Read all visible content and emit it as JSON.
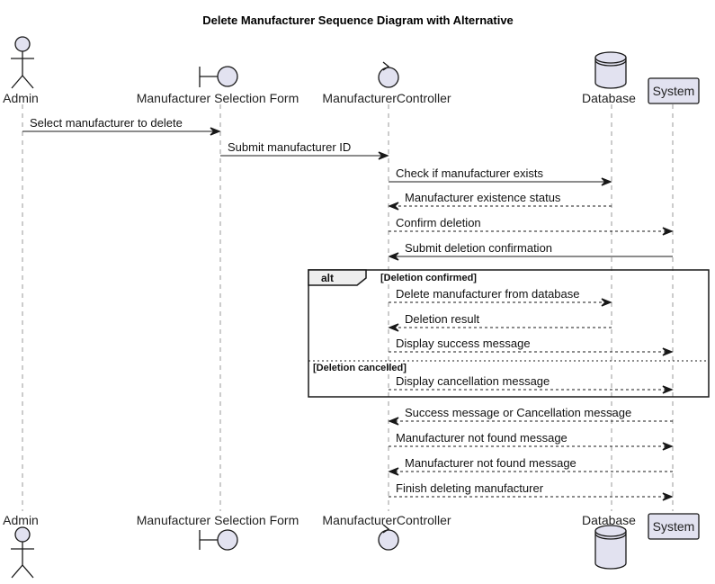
{
  "title": "Delete Manufacturer Sequence Diagram with Alternative",
  "participants": [
    {
      "id": "admin",
      "label": "Admin",
      "shape": "actor"
    },
    {
      "id": "form",
      "label": "Manufacturer Selection Form",
      "shape": "boundary"
    },
    {
      "id": "controller",
      "label": "ManufacturerController",
      "shape": "control"
    },
    {
      "id": "database",
      "label": "Database",
      "shape": "database"
    },
    {
      "id": "system",
      "label": "System",
      "shape": "participant"
    }
  ],
  "messages": [
    {
      "from": "admin",
      "to": "form",
      "label": "Select manufacturer to delete",
      "style": "solid"
    },
    {
      "from": "form",
      "to": "controller",
      "label": "Submit manufacturer ID",
      "style": "solid"
    },
    {
      "from": "controller",
      "to": "database",
      "label": "Check if manufacturer exists",
      "style": "solid"
    },
    {
      "from": "database",
      "to": "controller",
      "label": "Manufacturer existence status",
      "style": "dashed"
    },
    {
      "from": "controller",
      "to": "system",
      "label": "Confirm deletion",
      "style": "dashed"
    },
    {
      "from": "system",
      "to": "controller",
      "label": "Submit deletion confirmation",
      "style": "solid"
    },
    {
      "from": "controller",
      "to": "database",
      "label": "Delete manufacturer from database",
      "style": "dashed"
    },
    {
      "from": "database",
      "to": "controller",
      "label": "Deletion result",
      "style": "dashed"
    },
    {
      "from": "controller",
      "to": "system",
      "label": "Display success message",
      "style": "dashed"
    },
    {
      "from": "controller",
      "to": "system",
      "label": "Display cancellation message",
      "style": "dashed"
    },
    {
      "from": "system",
      "to": "controller",
      "label": "Success message or Cancellation message",
      "style": "dashed"
    },
    {
      "from": "controller",
      "to": "system",
      "label": "Manufacturer not found message",
      "style": "dashed"
    },
    {
      "from": "system",
      "to": "controller",
      "label": "Manufacturer not found message",
      "style": "dashed"
    },
    {
      "from": "controller",
      "to": "system",
      "label": "Finish deleting manufacturer",
      "style": "dashed"
    }
  ],
  "fragment": {
    "keyword": "alt",
    "operands": [
      {
        "guard": "[Deletion confirmed]"
      },
      {
        "guard": "[Deletion cancelled]"
      }
    ]
  },
  "colors": {
    "participant_fill": "#e2e2f0",
    "line": "#181818",
    "lifeline": "#9a9a9a"
  }
}
